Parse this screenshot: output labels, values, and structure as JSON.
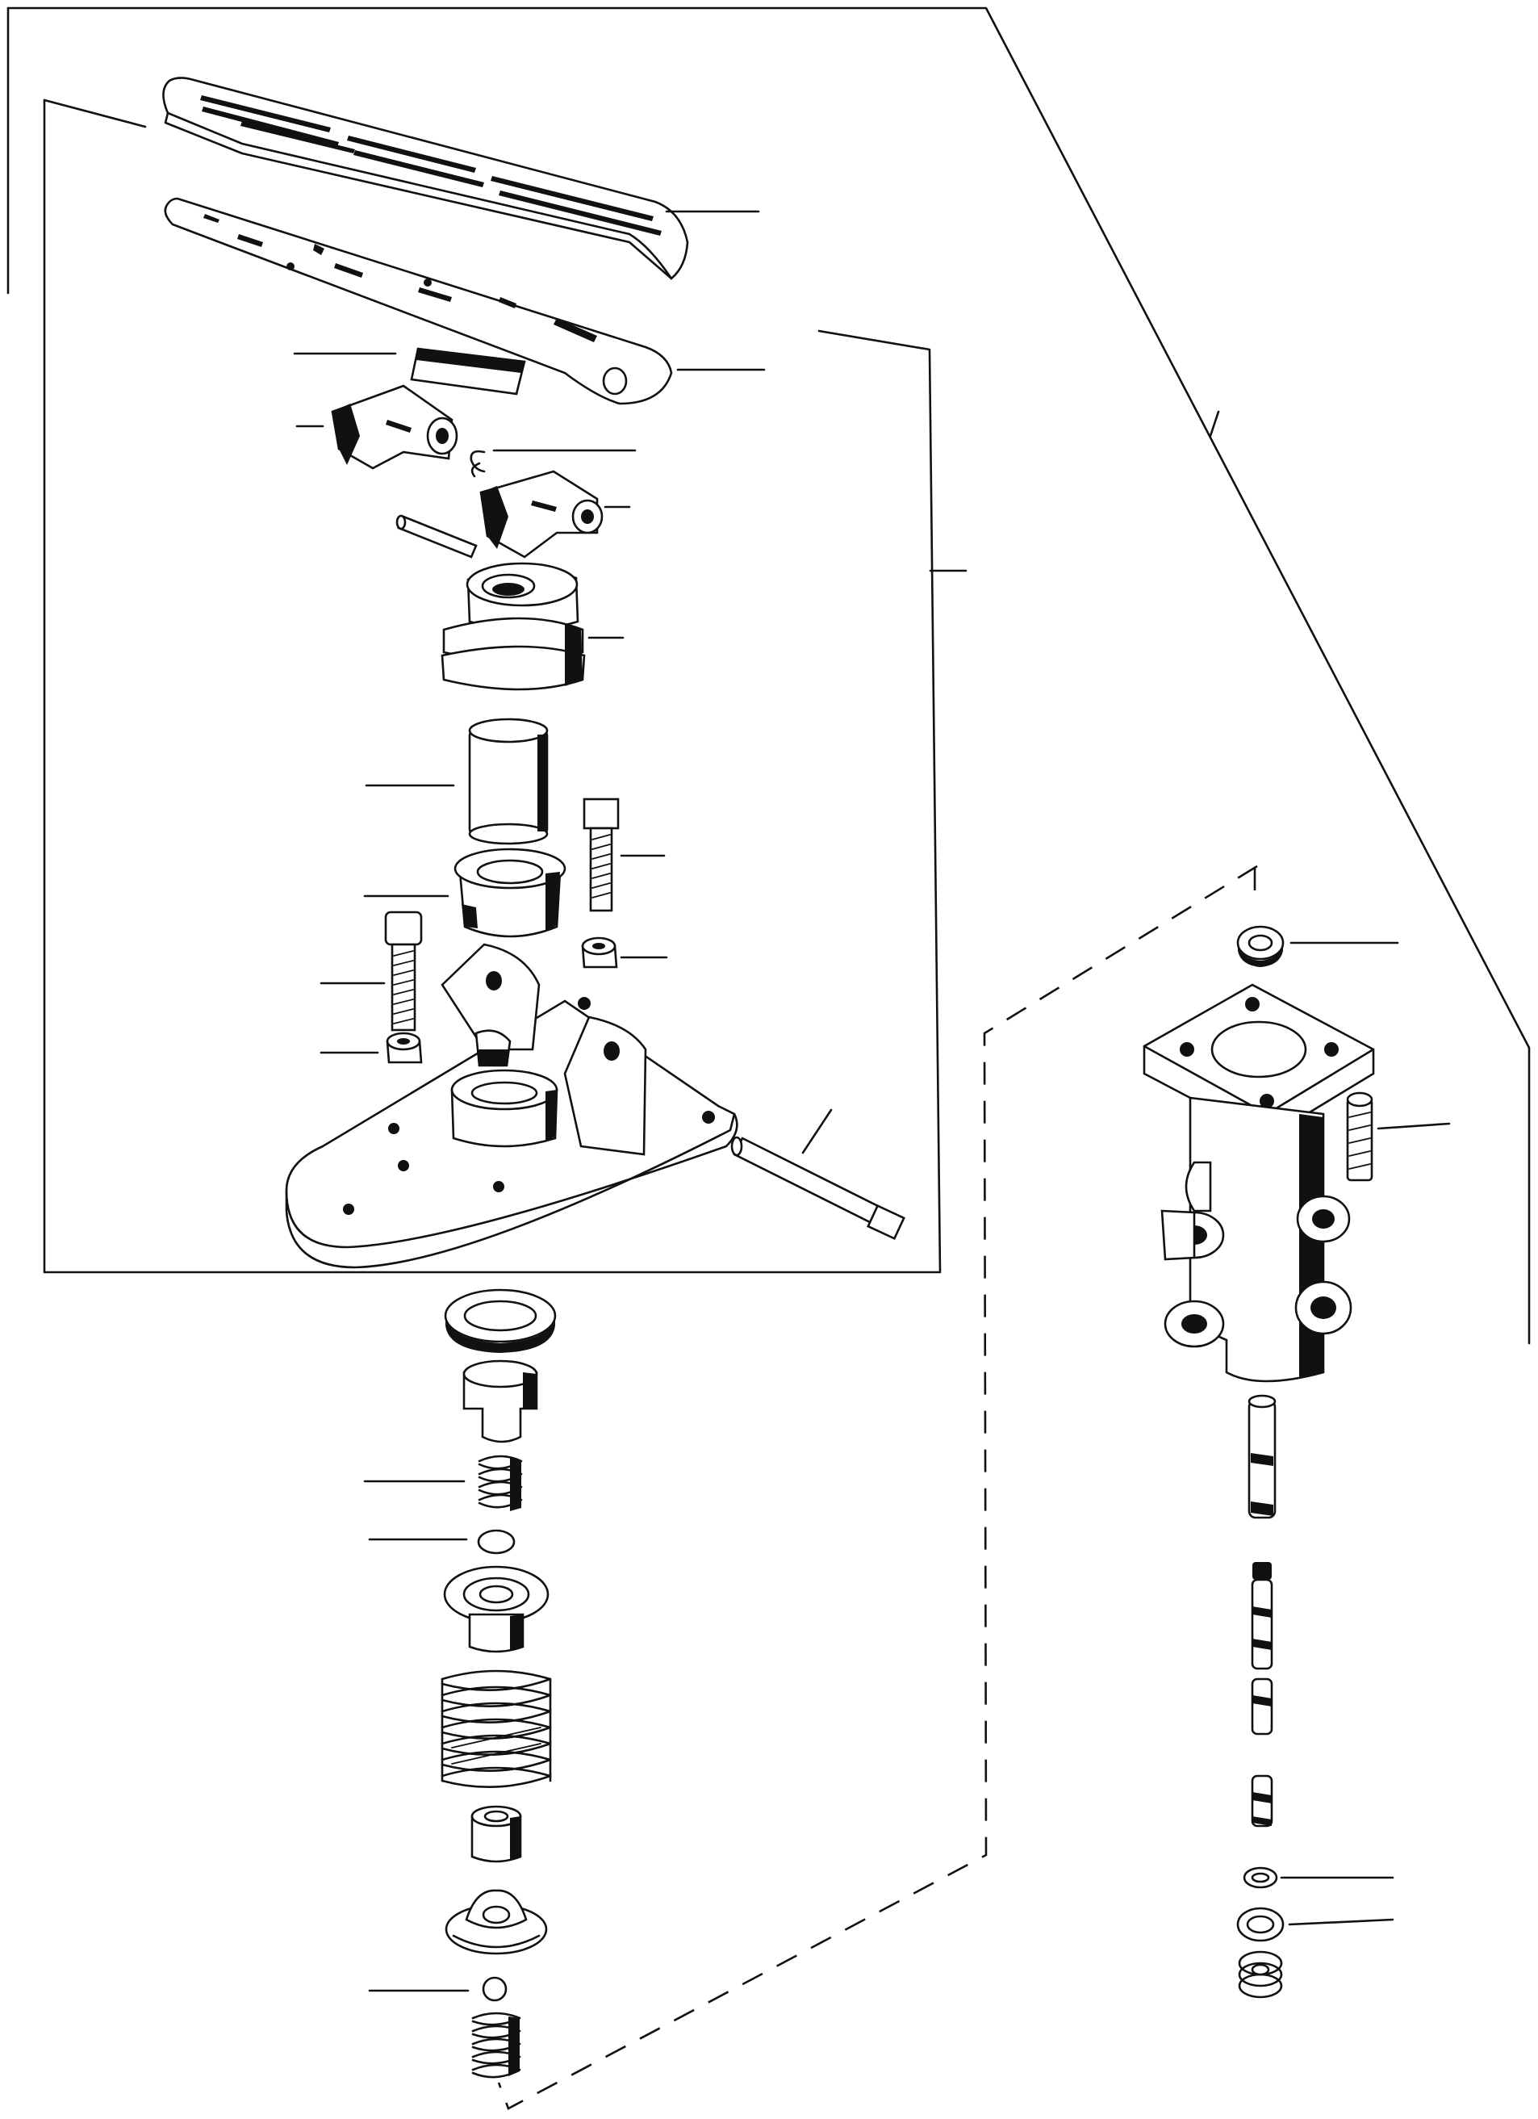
{
  "diagram": {
    "kind": "exploded parts view",
    "line_color": "#111111",
    "background": "#ffffff",
    "parts": [
      {
        "id": "pedal-pad",
        "has_leader": true
      },
      {
        "id": "pedal-arm",
        "has_leader": true
      },
      {
        "id": "rubber-pad",
        "has_leader": true
      },
      {
        "id": "pivot-block-left",
        "has_leader": true
      },
      {
        "id": "circlip",
        "has_leader": true
      },
      {
        "id": "pivot-block-right",
        "has_leader": true
      },
      {
        "id": "dowel-pin",
        "has_leader": false
      },
      {
        "id": "boot",
        "has_leader": true
      },
      {
        "id": "plunger",
        "has_leader": true
      },
      {
        "id": "bolt-right",
        "has_leader": true
      },
      {
        "id": "bushing",
        "has_leader": true
      },
      {
        "id": "bolt-left",
        "has_leader": true
      },
      {
        "id": "nut-right",
        "has_leader": true
      },
      {
        "id": "nut-left",
        "has_leader": true
      },
      {
        "id": "base-plate",
        "has_leader": false
      },
      {
        "id": "pivot-pin",
        "has_leader": true
      },
      {
        "id": "seal-washer",
        "has_leader": false
      },
      {
        "id": "piston-cap",
        "has_leader": false
      },
      {
        "id": "small-spring",
        "has_leader": true
      },
      {
        "id": "ball",
        "has_leader": true
      },
      {
        "id": "spring-seat",
        "has_leader": false
      },
      {
        "id": "large-spring",
        "has_leader": false
      },
      {
        "id": "sleeve",
        "has_leader": false
      },
      {
        "id": "cup-seat",
        "has_leader": false
      },
      {
        "id": "lower-ball",
        "has_leader": true
      },
      {
        "id": "lower-spring",
        "has_leader": false
      },
      {
        "id": "valve-washer",
        "has_leader": true
      },
      {
        "id": "valve-body",
        "has_leader": false
      },
      {
        "id": "mounting-screw",
        "has_leader": true
      },
      {
        "id": "valve-spool",
        "has_leader": false
      },
      {
        "id": "o-ring",
        "has_leader": true
      },
      {
        "id": "seal-ring",
        "has_leader": true
      },
      {
        "id": "end-spring",
        "has_leader": false
      }
    ],
    "group_bracket_leaders": 2
  }
}
